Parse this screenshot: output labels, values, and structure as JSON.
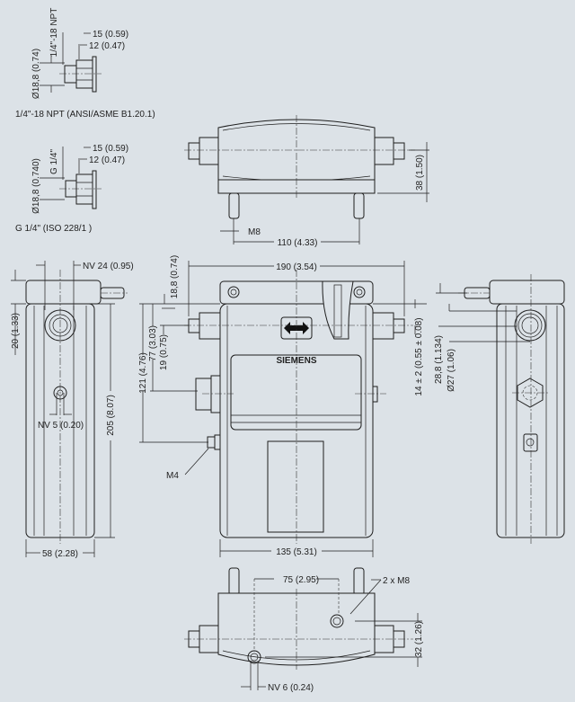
{
  "title": "Dimensional drawing",
  "colors": {
    "background": "#dce2e7",
    "line": "#1e1e1e"
  },
  "fittings": {
    "npt": {
      "thread": "1/4\"-18 NPT",
      "len_outer": "15 (0.59)",
      "len_inner": "12 (0.47)",
      "diameter": "Ø18,8 (0.74)",
      "caption": "1/4\"-18 NPT (ANSI/ASME B1.20.1)"
    },
    "g": {
      "thread": "G 1/4\"",
      "len_outer": "15 (0.59)",
      "len_inner": "12 (0.47)",
      "diameter": "Ø18,8 (0.740)",
      "caption": "G 1/4\" (ISO 228/1 )"
    }
  },
  "top_view": {
    "height": "38 (1.50)",
    "thread": "M8",
    "pin_spacing": "110 (4.33)"
  },
  "left_view": {
    "wrench_top": "NV 24 (0.95)",
    "offset": "20 (1.33)",
    "height": "205 (8.07)",
    "wrench_small": "NV 5 (0.20)",
    "width": "58 (2.28)"
  },
  "front_view": {
    "width_total": "190 (3.54)",
    "bar": "18,8 (0.74)",
    "d121": "121 (4.76)",
    "d77": "77 (3.03)",
    "d19": "19 (0.75)",
    "ground": "M4",
    "brand": "SIEMENS",
    "offset_tol": "14 ± 2 (0.55 ± 0.08)",
    "body_width": "135 (5.31)"
  },
  "right_view": {
    "d28": "28,8 (1.134)",
    "d27": "Ø27 (1.06)"
  },
  "bottom_view": {
    "hole_spacing": "75 (2.95)",
    "holes": "2 x M8",
    "height": "32 (1.26)",
    "wrench": "NV 6 (0.24)"
  }
}
